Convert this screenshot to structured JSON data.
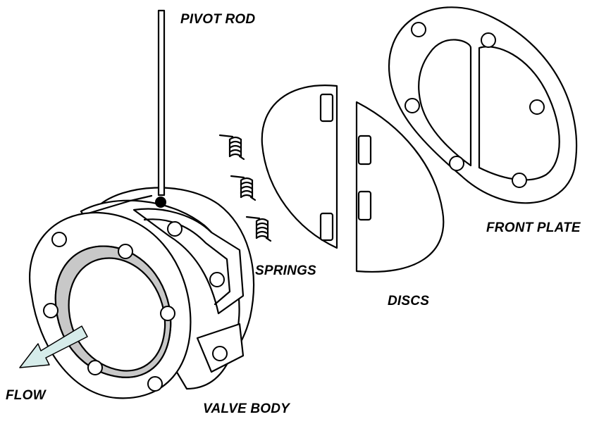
{
  "labels": {
    "pivot_rod": "PIVOT ROD",
    "springs": "SPRINGS",
    "discs": "DISCS",
    "front_plate": "FRONT PLATE",
    "flow": "FLOW",
    "valve_body": "VALVE BODY"
  },
  "colors": {
    "line": "#000000",
    "bore_shade": "#c8c8c8",
    "flow_arrow": "#d6ecea",
    "background": "#ffffff"
  }
}
